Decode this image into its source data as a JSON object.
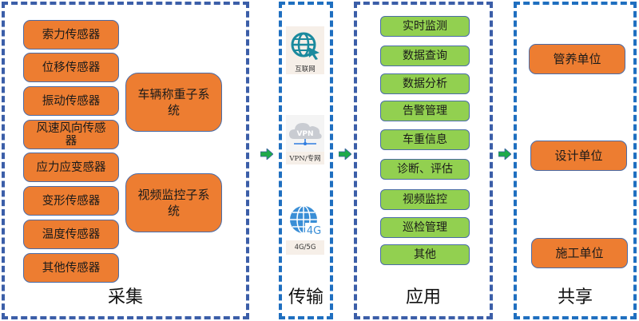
{
  "panels": {
    "collect": {
      "title": "采集",
      "sensors": [
        "索力传感器",
        "位移传感器",
        "振动传感器",
        "风速风向传感器",
        "应力应变感器",
        "变形传感器",
        "温度传感器",
        "其他传感器"
      ],
      "subsystems": [
        "车辆称重子系统",
        "视频监控子系统"
      ]
    },
    "transmit": {
      "title": "传输",
      "channels": [
        {
          "label": "互联网",
          "icon": "internet-globe-icon"
        },
        {
          "label": "VPN/专网",
          "icon": "vpn-cloud-icon",
          "badge": "VPN"
        },
        {
          "label": "4G/5G",
          "icon": "4g-globe-icon",
          "badge": "4G"
        }
      ]
    },
    "apply": {
      "title": "应用",
      "items": [
        "实时监测",
        "数据查询",
        "数据分析",
        "告警管理",
        "车重信息",
        "诊断、评估",
        "视频监控",
        "巡检管理",
        "其他"
      ]
    },
    "share": {
      "title": "共享",
      "units": [
        "管养单位",
        "设计单位",
        "施工单位"
      ]
    }
  },
  "colors": {
    "orange_box": "#ed7d31",
    "green_box": "#92d050",
    "panel_border_dark": "#3b5ea8",
    "panel_border_blue": "#1f6fc0",
    "arrow": "#1faa4a"
  }
}
